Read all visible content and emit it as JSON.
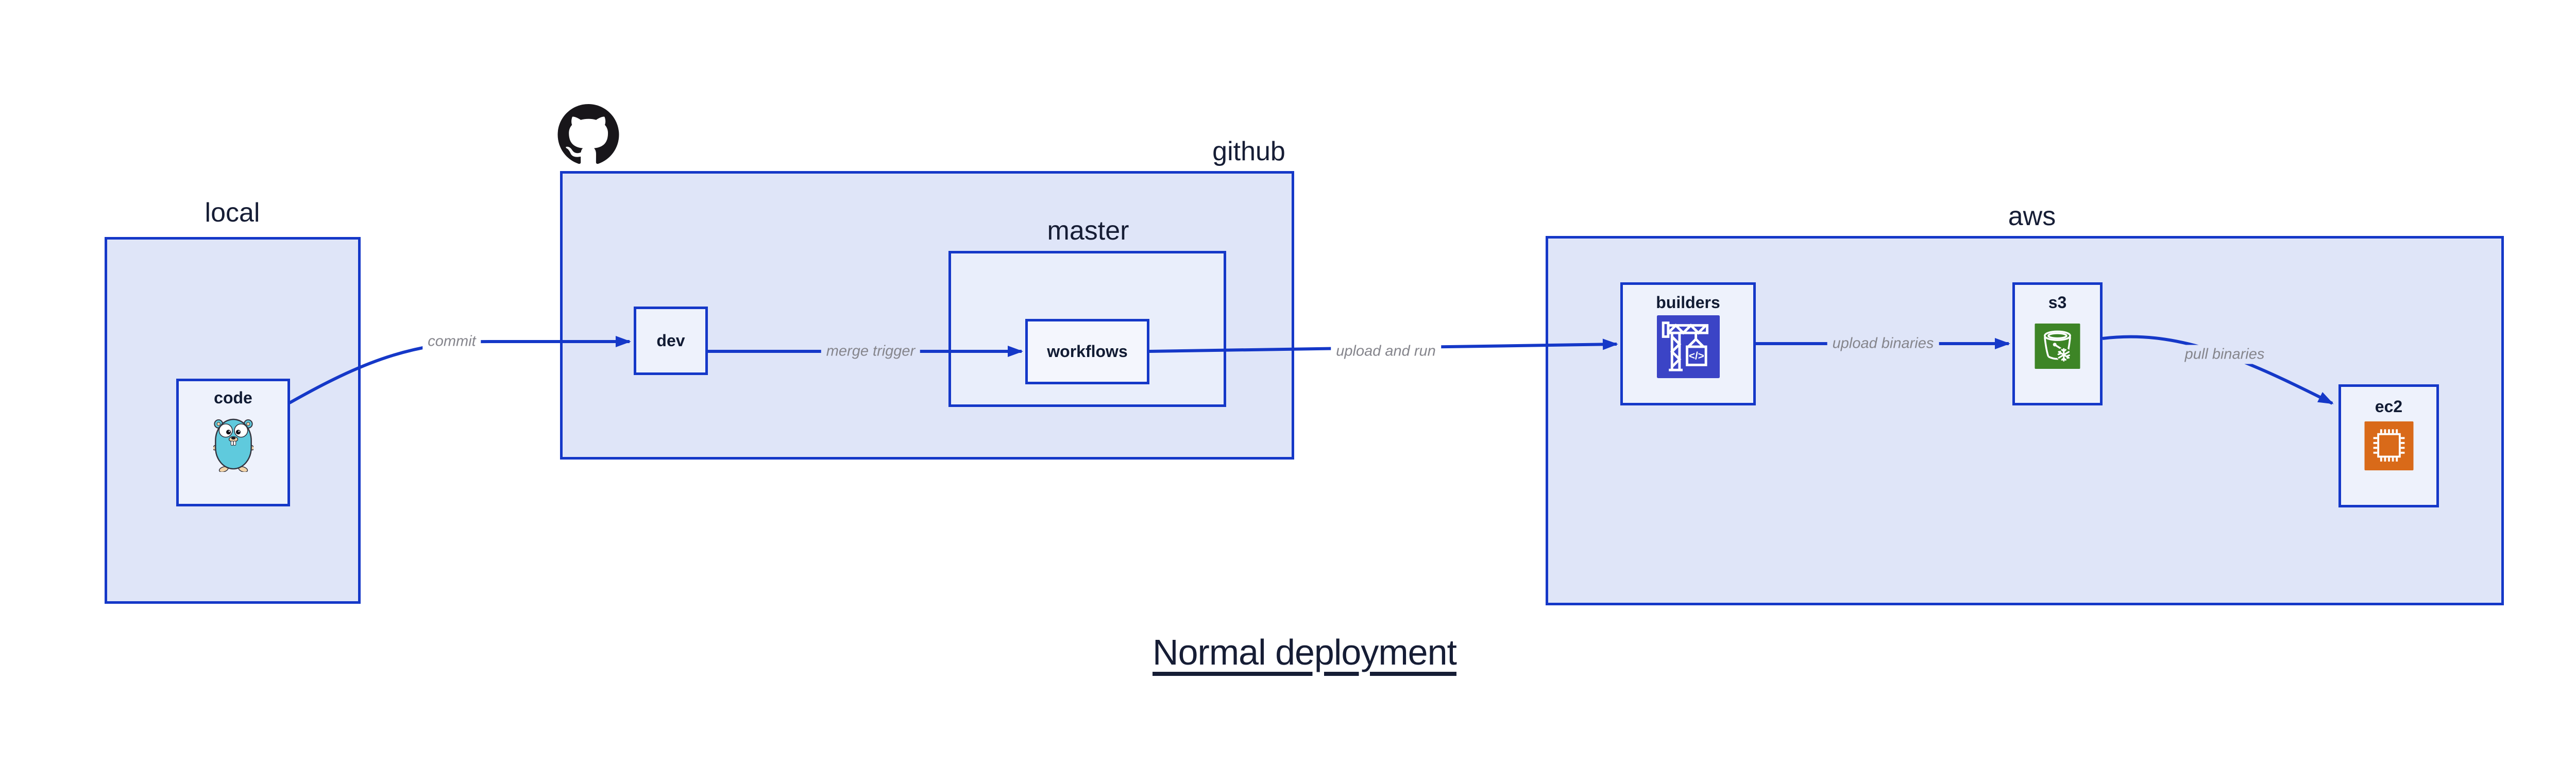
{
  "diagram": {
    "title": "Normal deployment",
    "groups": {
      "local": {
        "label": "local"
      },
      "github": {
        "label": "github",
        "icon": "github-octocat"
      },
      "master": {
        "label": "master"
      },
      "aws": {
        "label": "aws"
      }
    },
    "nodes": {
      "code": {
        "label": "code",
        "icon": "go-gopher"
      },
      "dev": {
        "label": "dev"
      },
      "workflows": {
        "label": "workflows"
      },
      "builders": {
        "label": "builders",
        "icon": "aws-codebuild-crane"
      },
      "s3": {
        "label": "s3",
        "icon": "aws-s3-bucket-snowflake"
      },
      "ec2": {
        "label": "ec2",
        "icon": "aws-ec2-chip"
      }
    },
    "edges": [
      {
        "from": "code",
        "to": "dev",
        "label": "commit"
      },
      {
        "from": "dev",
        "to": "workflows",
        "label": "merge trigger"
      },
      {
        "from": "workflows",
        "to": "builders",
        "label": "upload and run"
      },
      {
        "from": "builders",
        "to": "s3",
        "label": "upload binaries"
      },
      {
        "from": "s3",
        "to": "ec2",
        "label": "pull binaries"
      }
    ],
    "colors": {
      "box_border": "#1538c8",
      "arrow": "#1538c8",
      "group_fill": "#dfe5f8",
      "master_fill": "#e9eefb",
      "node_fill": "#eef2fc",
      "workflows_fill": "#f4f6fd",
      "label_text": "#161d35",
      "edge_label_text": "#85858c",
      "octocat_black": "#18161a",
      "codebuild_icon_bg": "#3b44c6",
      "s3_icon_bg": "#3d8526",
      "ec2_icon_bg": "#d96a19",
      "gopher_body": "#5fcadd",
      "gopher_accent": "#f2d3a7"
    }
  }
}
